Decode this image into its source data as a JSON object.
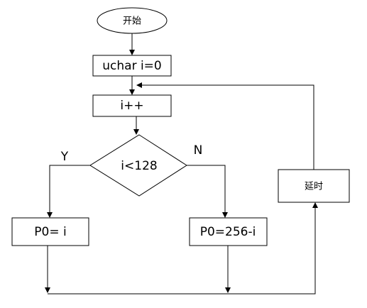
{
  "flowchart": {
    "start": "开始",
    "init": "uchar i=0",
    "increment": "i++",
    "condition": "i<128",
    "yes_label": "Y",
    "no_label": "N",
    "yes_action": "P0= i",
    "no_action": "P0=256-i",
    "delay": "延时"
  }
}
